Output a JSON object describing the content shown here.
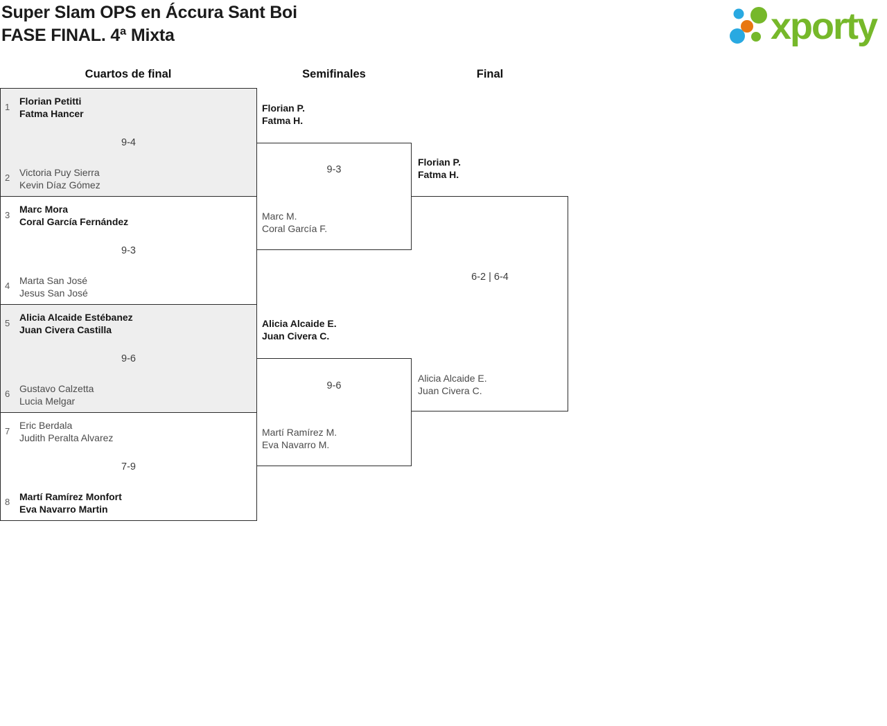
{
  "page": {
    "title_line1": "Super Slam OPS en Áccura Sant Boi",
    "title_line2": "FASE FINAL. 4ª Mixta"
  },
  "logo": {
    "brand": "xporty",
    "colors": {
      "green": "#76b82a",
      "blue": "#29a9e1",
      "orange": "#e87711"
    }
  },
  "bracket": {
    "round_headers": [
      "Cuartos de final",
      "Semifinales",
      "Final"
    ],
    "quarterfinals": [
      {
        "seed_top": "1",
        "team_top": [
          "Florian Petitti",
          "Fatma Hancer"
        ],
        "score": "9-4",
        "seed_bottom": "2",
        "team_bottom": [
          "Victoria Puy Sierra",
          "Kevin Díaz Gómez"
        ],
        "winner": "top"
      },
      {
        "seed_top": "3",
        "team_top": [
          "Marc Mora",
          "Coral García Fernández"
        ],
        "score": "9-3",
        "seed_bottom": "4",
        "team_bottom": [
          "Marta San José",
          "Jesus San José"
        ],
        "winner": "top"
      },
      {
        "seed_top": "5",
        "team_top": [
          "Alicia Alcaide Estébanez",
          "Juan Civera Castilla"
        ],
        "score": "9-6",
        "seed_bottom": "6",
        "team_bottom": [
          "Gustavo Calzetta",
          "Lucia Melgar"
        ],
        "winner": "top"
      },
      {
        "seed_top": "7",
        "team_top": [
          "Eric Berdala",
          "Judith Peralta Alvarez"
        ],
        "score": "7-9",
        "seed_bottom": "8",
        "team_bottom": [
          "Martí Ramírez Monfort",
          "Eva Navarro Martin"
        ],
        "winner": "bottom"
      }
    ],
    "semifinals": [
      {
        "team_top": [
          "Florian P.",
          "Fatma H."
        ],
        "score": "9-3",
        "team_bottom": [
          "Marc M.",
          "Coral García F."
        ],
        "winner": "top"
      },
      {
        "team_top": [
          "Alicia Alcaide E.",
          "Juan Civera C."
        ],
        "score": "9-6",
        "team_bottom": [
          "Martí Ramírez M.",
          "Eva Navarro M."
        ],
        "winner": "top"
      }
    ],
    "final": {
      "team_top": [
        "Florian P.",
        "Fatma H."
      ],
      "score": "6-2 | 6-4",
      "team_bottom": [
        "Alicia Alcaide E.",
        "Juan Civera C."
      ],
      "winner": "top"
    }
  }
}
